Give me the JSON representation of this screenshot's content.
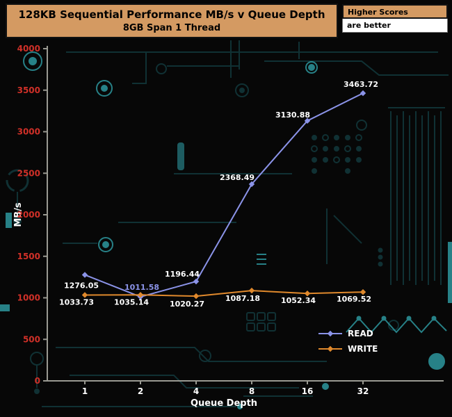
{
  "header": {
    "title": "128KB Sequential Performance MB/s v Queue Depth",
    "subtitle": "8GB Span 1 Thread",
    "note_title": "Higher Scores",
    "note_body": "are better"
  },
  "chart_data": {
    "type": "line",
    "title": "128KB Sequential Performance MB/s v Queue Depth",
    "subtitle": "8GB Span 1 Thread",
    "categories": [
      "1",
      "2",
      "4",
      "8",
      "16",
      "32"
    ],
    "xlabel": "Queue Depth",
    "ylabel": "MB/s",
    "ylim": [
      0,
      4000
    ],
    "ytick_step": 500,
    "grid": false,
    "legend_position": "right-lower",
    "series": [
      {
        "name": "READ",
        "color": "#8b93e8",
        "marker": "diamond",
        "values": [
          1276.05,
          1011.58,
          1196.44,
          2368.49,
          3130.88,
          3463.72
        ],
        "label_colors": [
          "#ffffff",
          "#8b93e8",
          "#ffffff",
          "#ffffff",
          "#ffffff",
          "#ffffff"
        ]
      },
      {
        "name": "WRITE",
        "color": "#e0892c",
        "marker": "diamond",
        "values": [
          1033.73,
          1035.14,
          1020.27,
          1087.18,
          1052.34,
          1069.52
        ],
        "label_colors": [
          "#ffffff",
          "#ffffff",
          "#ffffff",
          "#ffffff",
          "#ffffff",
          "#ffffff"
        ]
      }
    ]
  },
  "colors": {
    "background": "#070707",
    "circuit_dim": "#1d6b72",
    "circuit_bright": "#2fa0a8",
    "banner_bg": "#d49a62",
    "banner_text": "#000000",
    "y_tick_color": "#d03028",
    "x_tick_color": "#ffffff",
    "value_label_color": "#ffffff",
    "axis_color": "#9a9a92"
  }
}
